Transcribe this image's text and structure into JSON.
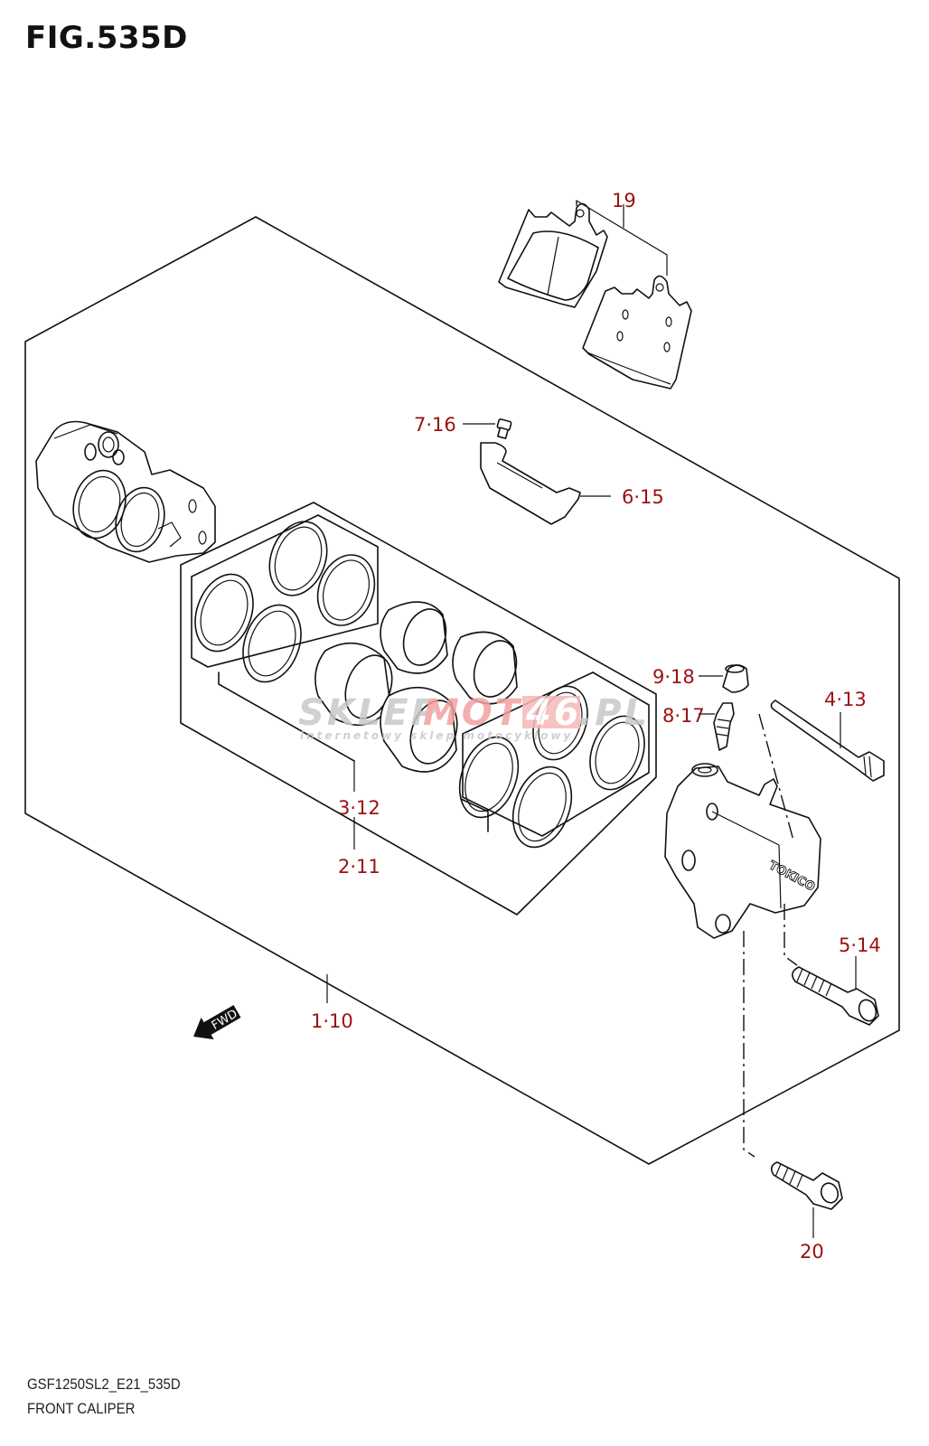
{
  "figure": {
    "title": "FIG.535D",
    "code": "GSF1250SL2_E21_535D",
    "name": "FRONT CALIPER"
  },
  "callouts": {
    "pads": "19",
    "pad_spring_screw": "7·16",
    "pad_spring": "6·15",
    "bleeder_cap": "9·18",
    "bleeder_valve": "8·17",
    "pad_pin": "4·13",
    "seal_set": "3·12",
    "piston_set": "2·11",
    "caliper_assy": "1·10",
    "caliper_bolt": "5·14",
    "mount_bolt": "20"
  },
  "fwd_arrow": {
    "label": "FWD"
  },
  "watermark": {
    "brand_part1": "SKLEP",
    "brand_part2": "MOTO",
    "brand_part3": "46",
    "brand_part4": ".PL",
    "tagline": "internetowy sklep motocyklowy"
  },
  "colors": {
    "callout": "#9b1111",
    "line": "#111111",
    "watermark_grey": "#c8c8c8",
    "watermark_red": "#f2a0a0"
  }
}
